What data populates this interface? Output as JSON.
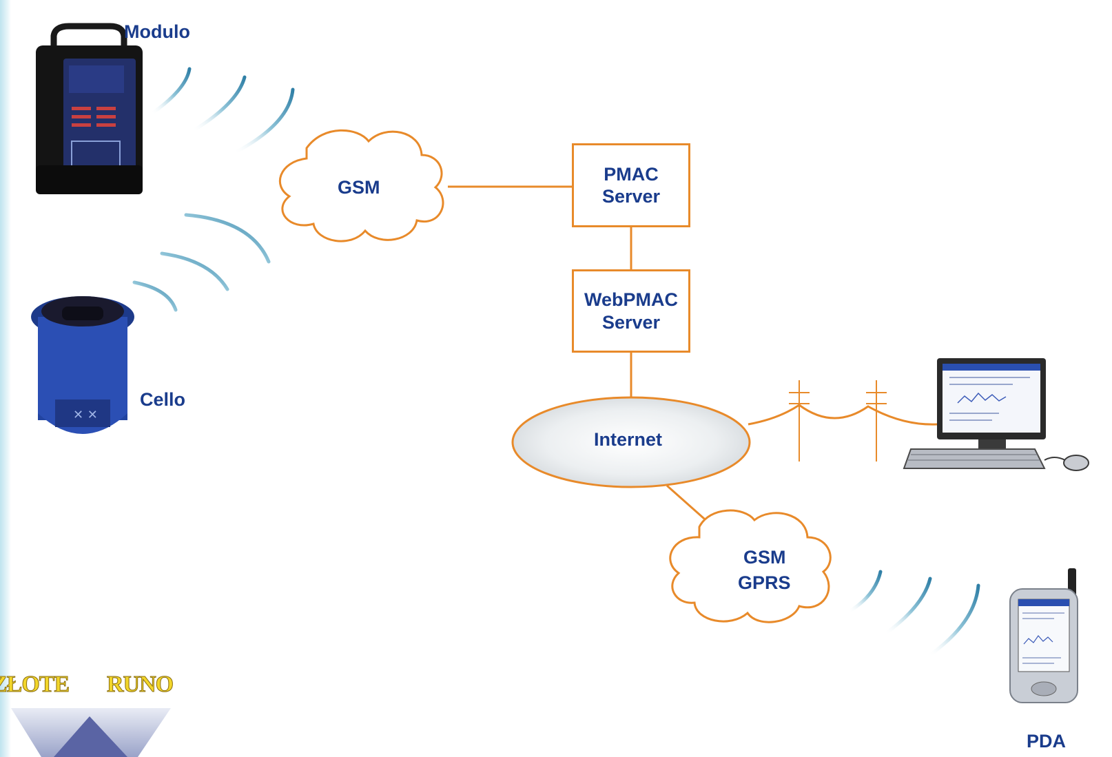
{
  "nodes": {
    "modulo": "Modulo",
    "cello": "Cello",
    "gsm": "GSM",
    "pmac_server": [
      "PMAC",
      "Server"
    ],
    "webpmac_server": [
      "WebPMAC",
      "Server"
    ],
    "internet": "Internet",
    "gsm_gprs": [
      "GSM",
      "GPRS"
    ],
    "pda": "PDA"
  },
  "logo": {
    "word1": "ZŁOTE",
    "word2": "RUNO"
  },
  "colors": {
    "link": "#e88a2a",
    "label": "#1a3c8c",
    "wave": "#5aa7c4",
    "logo_text": "#f2d62a",
    "logo_shape": "#6e78ad"
  },
  "icons": [
    "modulo-logger-icon",
    "cello-logger-icon",
    "desktop-computer-icon",
    "pda-icon",
    "utility-pole-icon",
    "wireless-wave-icon"
  ]
}
